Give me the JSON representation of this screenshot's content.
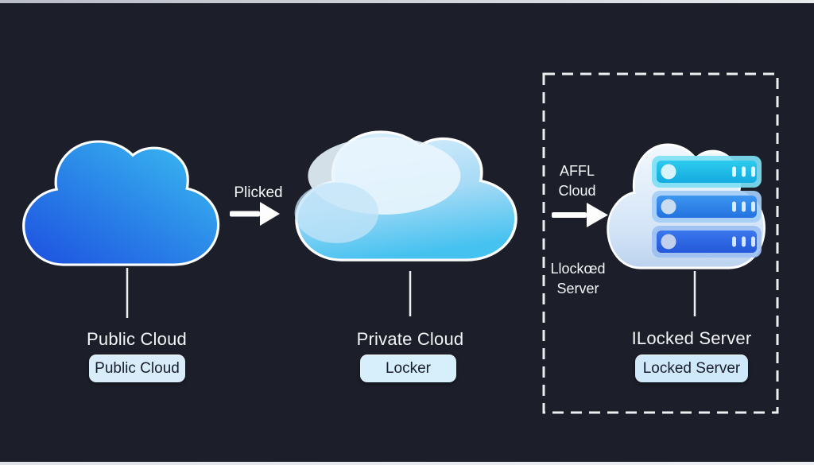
{
  "diagram": {
    "background": "#1c1f29",
    "nodes": [
      {
        "id": "public-cloud",
        "heading": "Public Cloud",
        "chip": "Public Cloud",
        "icon": "cloud-icon"
      },
      {
        "id": "private-cloud",
        "heading": "Private Cloud",
        "chip": "Locker",
        "icon": "cloud-icon"
      },
      {
        "id": "locked-server",
        "heading": "ILocked Server",
        "chip": "Locked Server",
        "icon": "cloud-server-rack-icon"
      }
    ],
    "arrows": [
      {
        "id": "arrow-1",
        "label": "Plicked"
      },
      {
        "id": "arrow-2",
        "label_lines": [
          "AFFL",
          "Cloud"
        ],
        "sublabel_lines": [
          "Llockœd",
          "Server"
        ]
      }
    ],
    "colors": {
      "public_cloud_gradient": [
        "#1d4fe0",
        "#3cc0f2"
      ],
      "private_cloud_gradient": [
        "#e9f5fd",
        "#46c2f0"
      ],
      "server_cloud_gradient": [
        "#f2f8fd",
        "#bcd2ee"
      ],
      "server_bar_colors": [
        "#24c4ec",
        "#3390ee",
        "#3268e4"
      ],
      "chip_background": "#d9ecfa",
      "dashed_border": "#eceef0",
      "heading_text": "#f3f4f6"
    }
  }
}
